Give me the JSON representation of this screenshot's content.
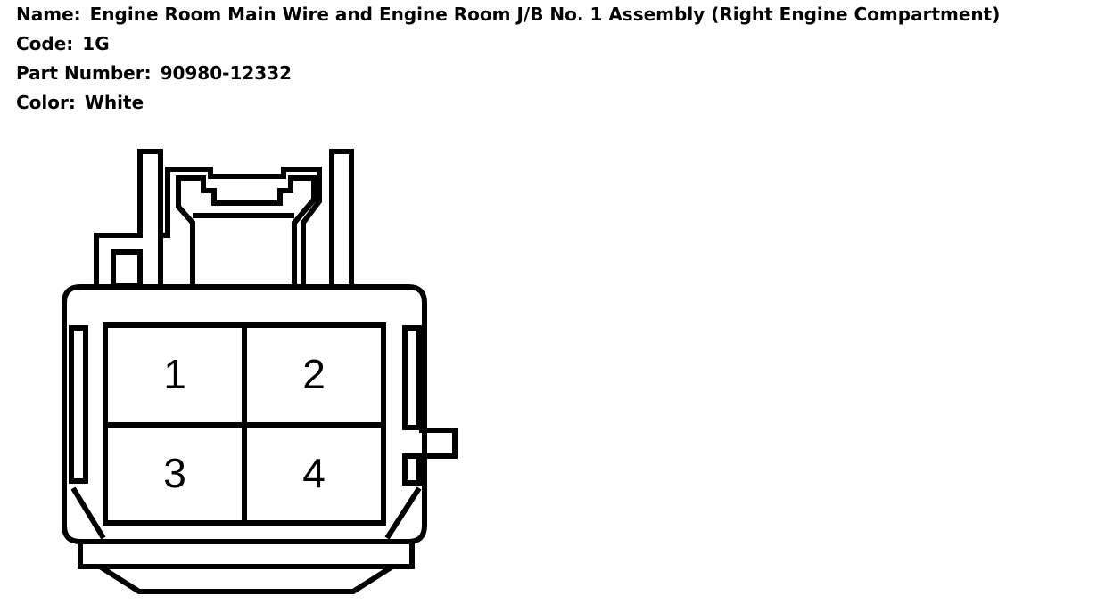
{
  "connector": {
    "name_label": "Name:",
    "name_value": "Engine Room Main Wire and Engine Room J/B No. 1 Assembly (Right Engine Compartment)",
    "code_label": "Code:",
    "code_value": "1G",
    "part_label": "Part Number:",
    "part_value": "90980-12332",
    "color_label": "Color:",
    "color_value": "White"
  },
  "pins": [
    "1",
    "2",
    "3",
    "4"
  ],
  "colors": {
    "line": "#000000",
    "background": "#ffffff"
  }
}
